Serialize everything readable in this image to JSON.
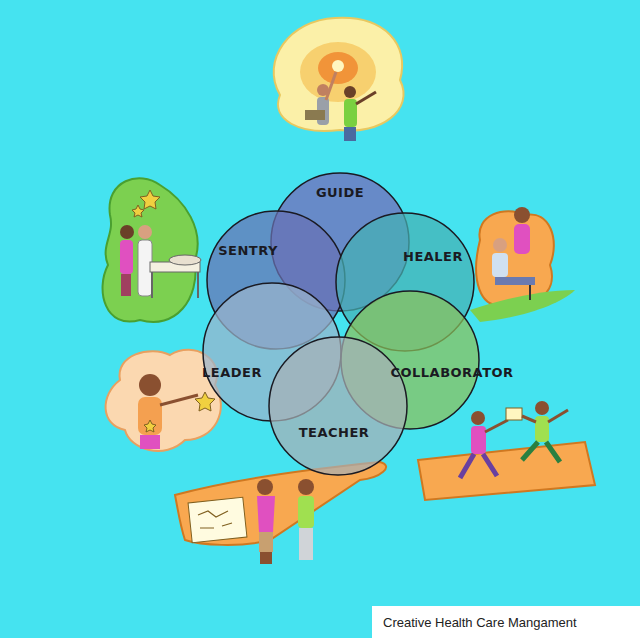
{
  "diagram": {
    "nodes": [
      {
        "text": [
          "GUIDE"
        ]
      },
      {
        "text": [
          "SENTRY"
        ]
      },
      {
        "text": [
          "HEALER"
        ]
      },
      {
        "text": [
          "LEADER"
        ]
      },
      {
        "text": [
          "COLLABORATOR"
        ]
      },
      {
        "text": [
          "TEACHER"
        ]
      }
    ],
    "labels": [
      "Creative Health Care Mangament"
    ]
  }
}
